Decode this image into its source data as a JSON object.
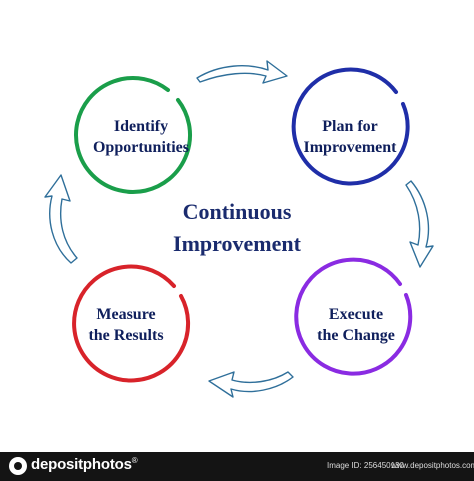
{
  "diagram": {
    "title_line1": "Continuous",
    "title_line2": "Improvement",
    "nodes": [
      {
        "id": "identify",
        "line1": "Identify",
        "line2": "Opportunities",
        "color": "#1a9e4a"
      },
      {
        "id": "plan",
        "line1": "Plan for",
        "line2": "Improvement",
        "color": "#1f2ea8"
      },
      {
        "id": "execute",
        "line1": "Execute",
        "line2": "the Change",
        "color": "#8a2be2"
      },
      {
        "id": "measure",
        "line1": "Measure",
        "line2": "the Results",
        "color": "#d8232a"
      }
    ],
    "arrow_color": "#2f6f9a",
    "text_color": "#0f1f5c"
  },
  "footer": {
    "brand": "depositphotos",
    "brand_mark": "®",
    "image_id": "Image ID: 256450130",
    "site": "www.depositphotos.com"
  }
}
